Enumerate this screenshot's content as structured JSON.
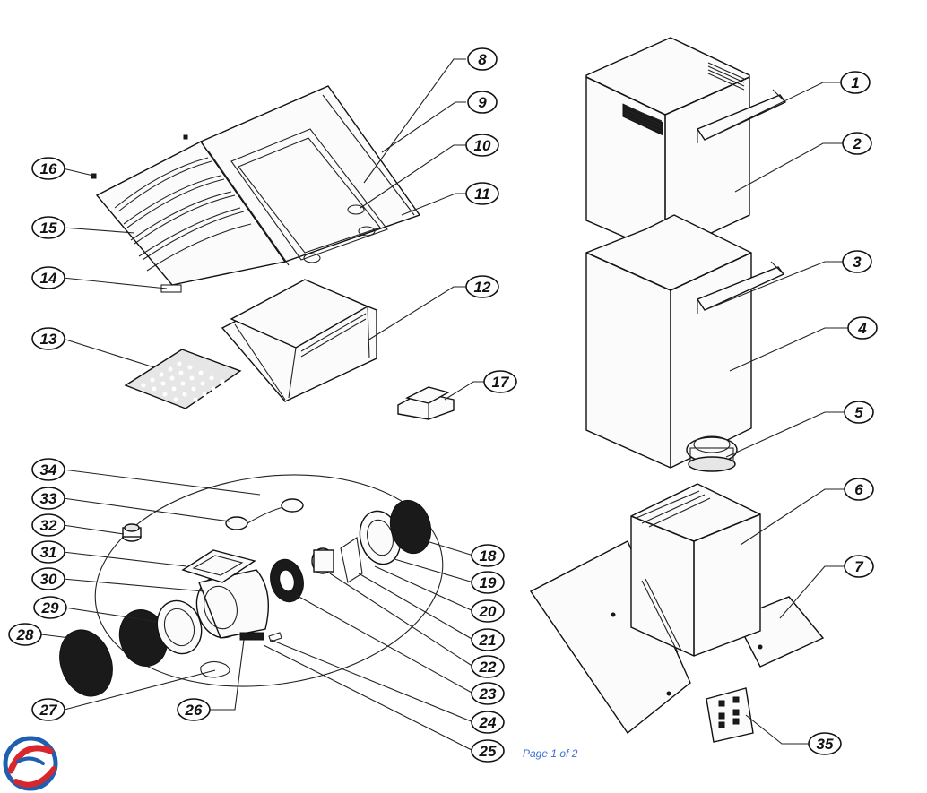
{
  "callouts": [
    "1",
    "2",
    "3",
    "4",
    "5",
    "6",
    "7",
    "8",
    "9",
    "10",
    "11",
    "12",
    "13",
    "14",
    "15",
    "16",
    "17",
    "18",
    "19",
    "20",
    "21",
    "22",
    "23",
    "24",
    "25",
    "26",
    "27",
    "28",
    "29",
    "30",
    "31",
    "32",
    "33",
    "34",
    "35"
  ],
  "footer": {
    "page_label": "Page 1 of 2"
  },
  "colors": {
    "footer_text": "#3a6fd0",
    "logo_red": "#d8262d",
    "logo_blue": "#1f5fb0"
  },
  "logo_icon": "swirl-logo-icon"
}
